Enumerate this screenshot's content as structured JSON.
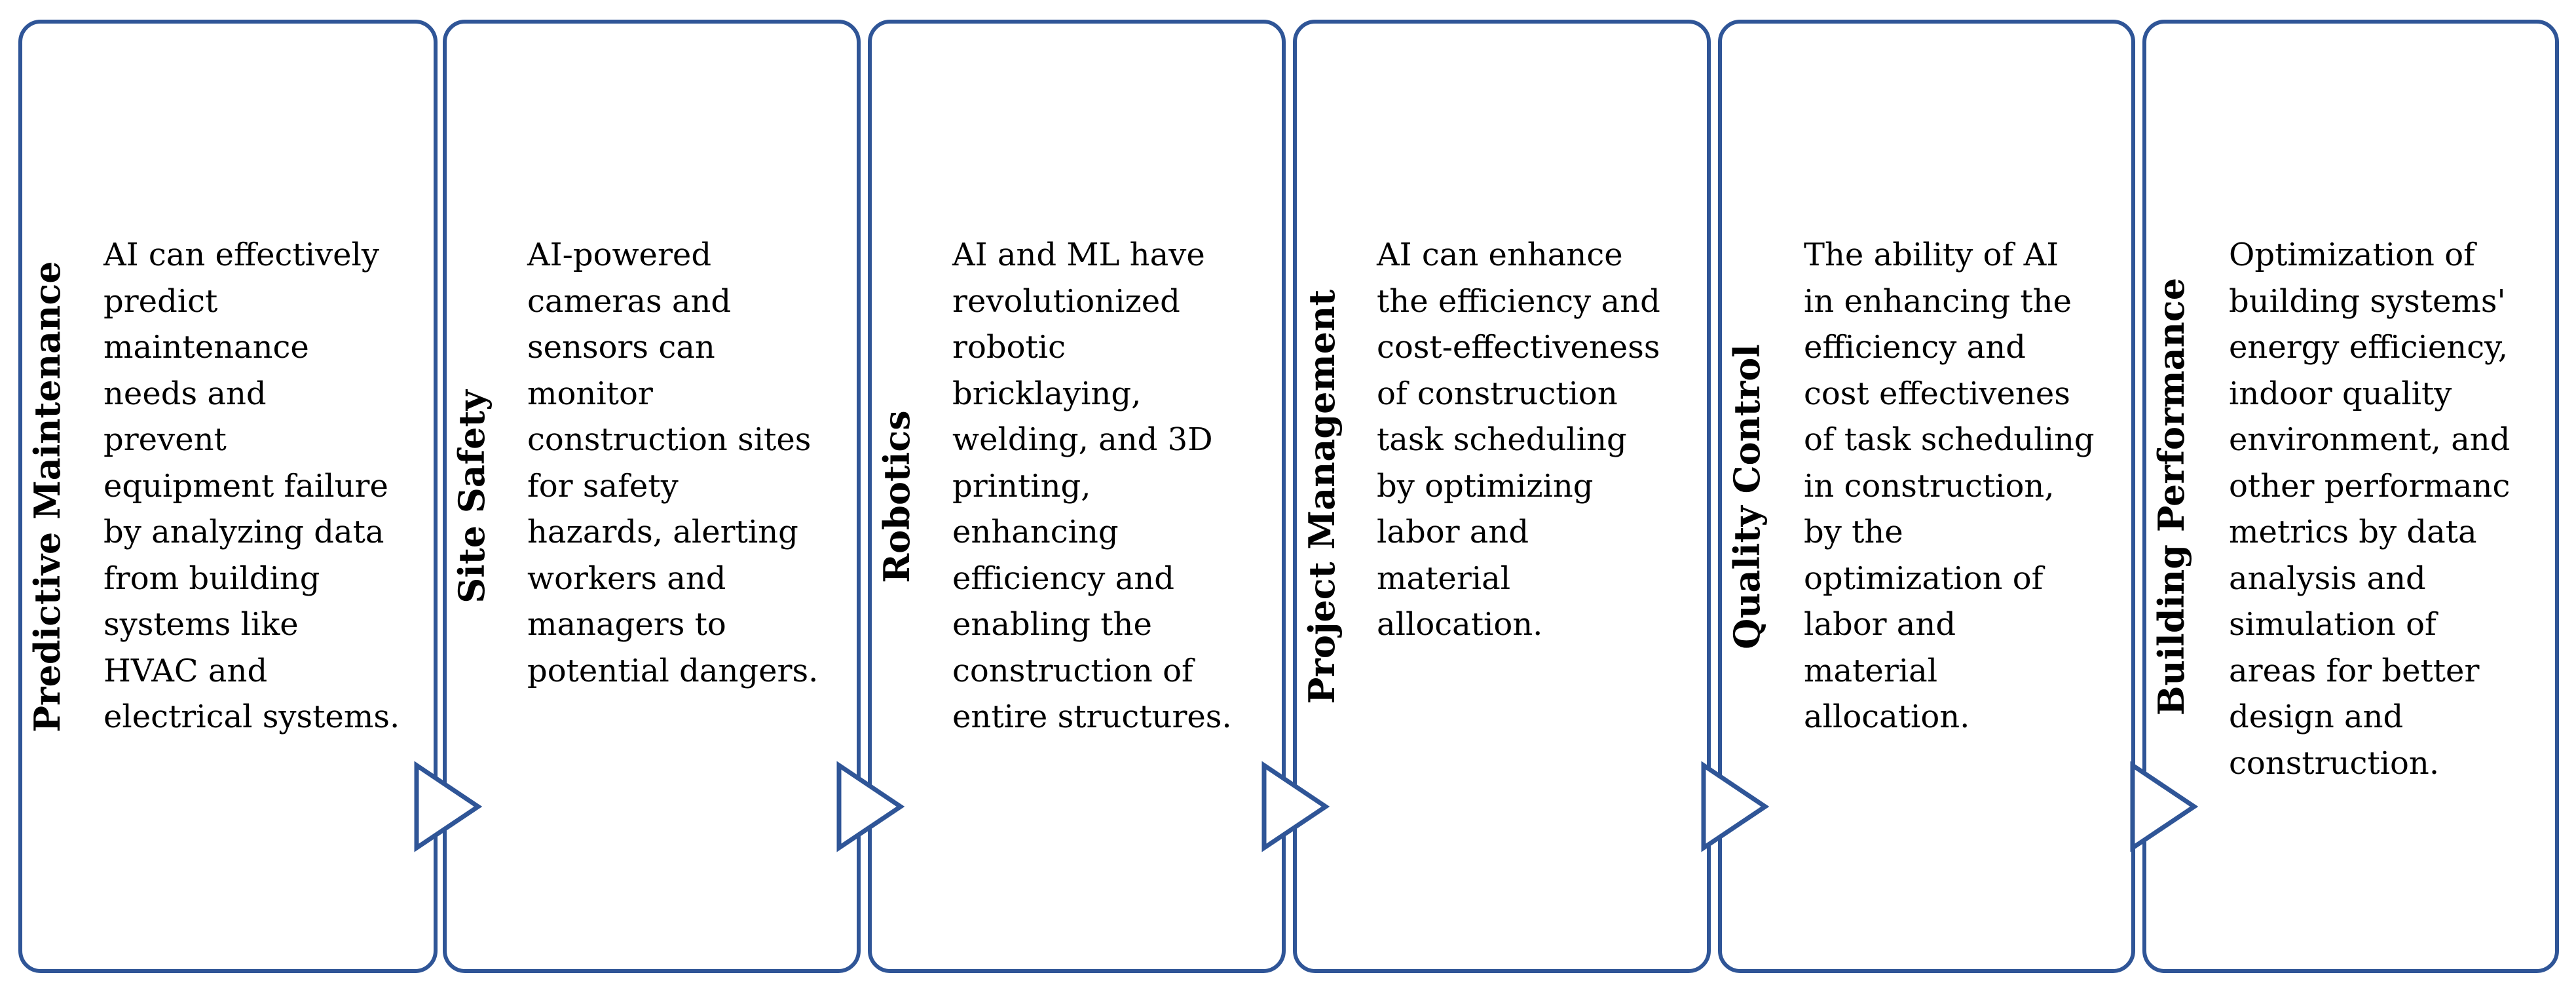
{
  "colors": {
    "border": "#2f5597",
    "arrow_fill": "#ffffff",
    "text": "#000000",
    "background": "#ffffff"
  },
  "panels": [
    {
      "title": "Predictive Maintenance",
      "body_lines": [
        "AI can effectively",
        "predict",
        "maintenance",
        "needs and",
        "prevent",
        "equipment failure",
        "by analyzing data",
        "from building",
        "systems like",
        "HVAC and",
        "electrical systems."
      ]
    },
    {
      "title": "Site Safety",
      "body_lines": [
        "AI-powered",
        "cameras and",
        "sensors can",
        "monitor",
        "construction sites",
        "for safety",
        "hazards, alerting",
        "workers and",
        "managers to",
        "potential dangers."
      ]
    },
    {
      "title": "Robotics",
      "body_lines": [
        "AI and ML have",
        "revolutionized",
        "robotic",
        "bricklaying,",
        "welding, and 3D",
        "printing,",
        "enhancing",
        "efficiency and",
        "enabling the",
        "construction of",
        "entire structures."
      ]
    },
    {
      "title": "Project Management",
      "body_lines": [
        "AI can enhance",
        "the efficiency and",
        "cost-effectiveness",
        "of construction",
        "task scheduling",
        "by optimizing",
        "labor and",
        "material",
        "allocation."
      ]
    },
    {
      "title": "Quality Control",
      "body_lines": [
        "The ability of AI",
        "in enhancing the",
        "efficiency and",
        "cost effectivenes",
        "of task scheduling",
        "in construction,",
        "by the",
        "optimization of",
        "labor and",
        "material",
        "allocation."
      ]
    },
    {
      "title": "Building Performance",
      "body_lines": [
        "Optimization of",
        "building systems'",
        "energy efficiency,",
        "indoor quality",
        "environment, and",
        "other performanc",
        "metrics by data",
        "analysis and",
        "simulation of",
        "areas for better",
        "design and",
        "construction."
      ]
    }
  ]
}
